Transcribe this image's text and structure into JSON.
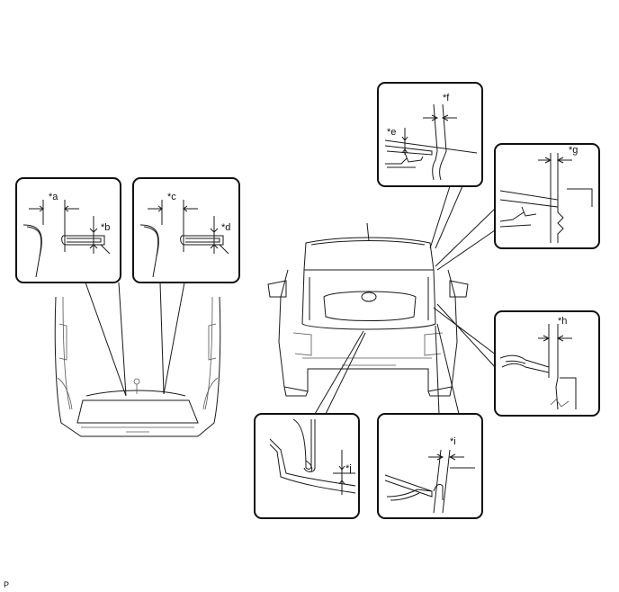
{
  "labels": {
    "a": "*a",
    "b": "*b",
    "c": "*c",
    "d": "*d",
    "e": "*e",
    "f": "*f",
    "g": "*g",
    "h": "*h",
    "i": "*i",
    "j": "*j"
  },
  "footer": "P"
}
